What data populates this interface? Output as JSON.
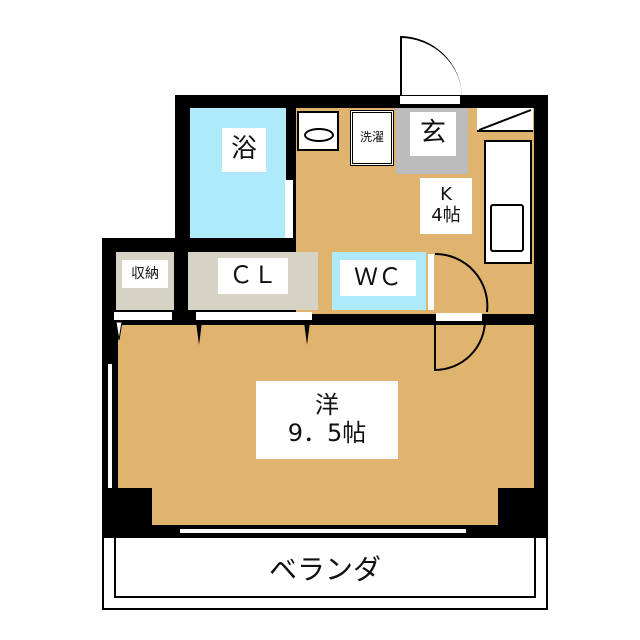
{
  "floorplan": {
    "colors": {
      "wall": "#000000",
      "floor": "#e0b46e",
      "bath": "#aeeafa",
      "storage": "#d6d2c4",
      "entrance": "#bcbcbc",
      "white": "#ffffff"
    },
    "rooms": {
      "bath": {
        "label": "浴"
      },
      "laundry": {
        "label": "洗濯"
      },
      "entrance": {
        "label": "玄"
      },
      "kitchen": {
        "label_line1": "K",
        "label_line2": "4帖"
      },
      "storage": {
        "label": "収納"
      },
      "closet": {
        "label": "ＣＬ"
      },
      "toilet": {
        "label": "ＷＣ"
      },
      "western_room": {
        "label_line1": "洋",
        "label_line2": "9．5帖"
      },
      "veranda": {
        "label": "ベランダ"
      }
    }
  }
}
